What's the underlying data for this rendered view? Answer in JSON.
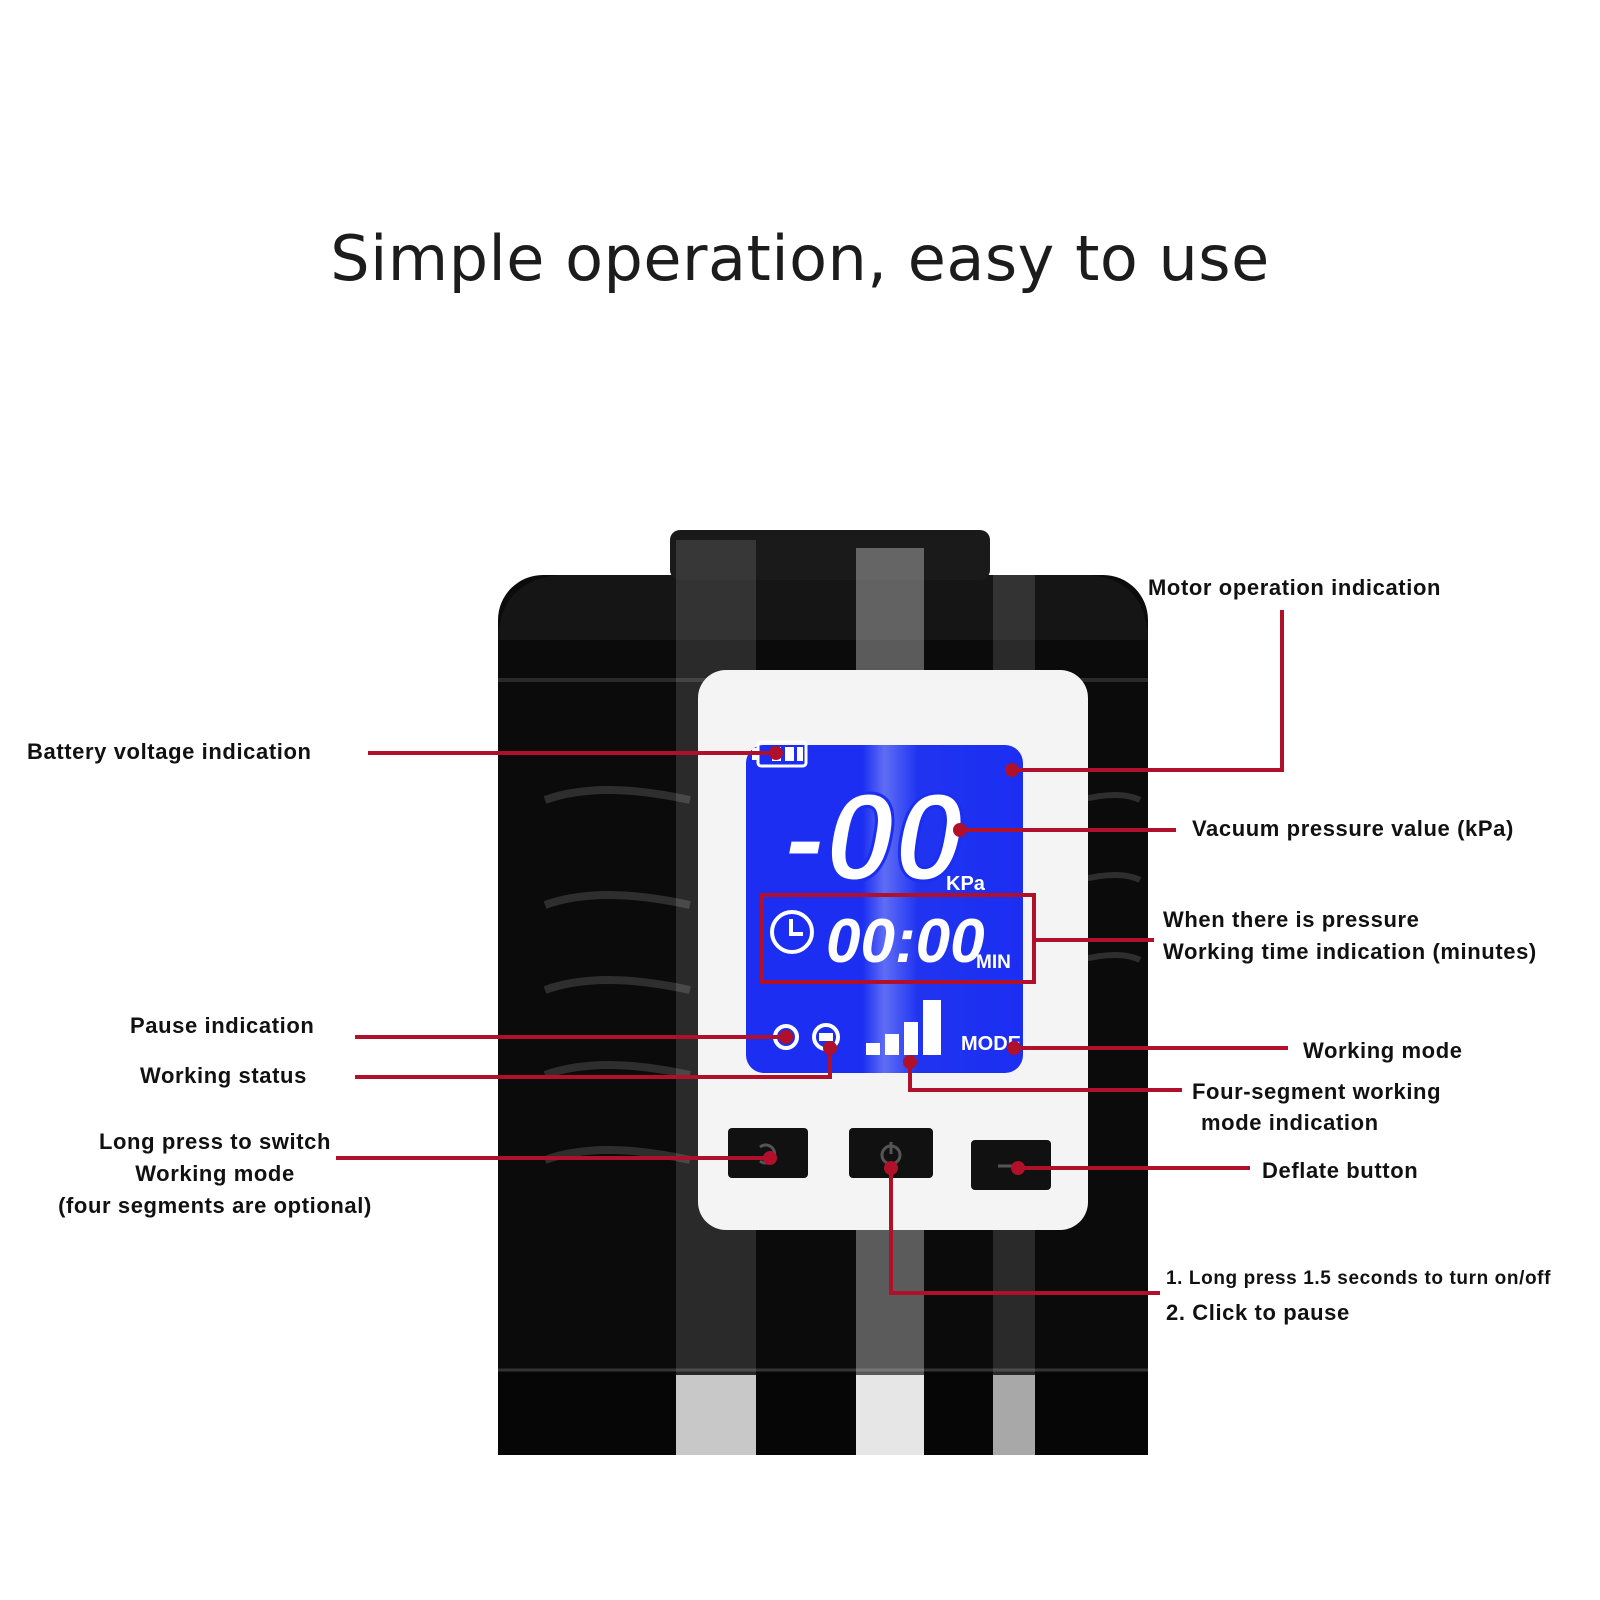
{
  "title": "Simple operation, easy to use",
  "display": {
    "pressure": "-00",
    "pressure_unit": "KPa",
    "time": "00:00",
    "time_unit": "MIN",
    "mode_label": "MODE"
  },
  "callouts": {
    "motor": "Motor operation indication",
    "battery": "Battery voltage indication",
    "vacuum": "Vacuum pressure value (kPa)",
    "working_time_1": "When there is pressure",
    "working_time_2": "Working time indication (minutes)",
    "pause": "Pause indication",
    "working_status": "Working status",
    "working_mode": "Working mode",
    "four_segment_1": "Four-segment working",
    "four_segment_2": "mode indication",
    "switch_1": "Long press to switch",
    "switch_2": "Working mode",
    "switch_3": "(four segments are optional)",
    "deflate": "Deflate button",
    "power_1": "1. Long press 1.5 seconds to turn on/off",
    "power_2": "2. Click to pause"
  },
  "colors": {
    "leader": "#b0102a",
    "lcd_blue": "#1a2ff0",
    "device_body": "#0b0b0b"
  }
}
